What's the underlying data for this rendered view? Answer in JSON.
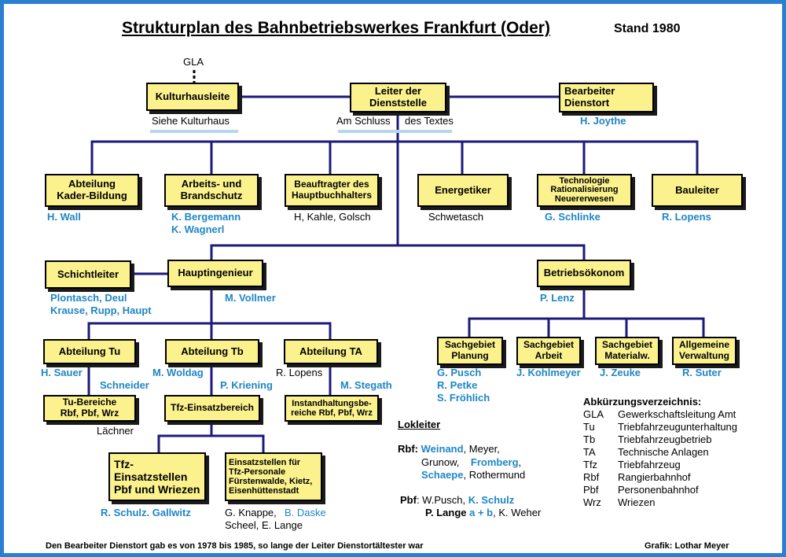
{
  "title": {
    "main": "Strukturplan des Bahnbetriebswerkes Frankfurt (Oder)",
    "stand": "Stand 1980"
  },
  "gla": "GLA",
  "boxes": {
    "kulturhausleite": "Kulturhausleite",
    "leiter": "Leiter der\nDienststelle",
    "bearbeiter": "Bearbeiter\nDienstort",
    "abt_kader": "Abteilung\nKader-Bildung",
    "arbeitsschutz": "Arbeits- und\nBrandschutz",
    "beauftragter": "Beauftragter des\nHauptbuchhalters",
    "energetiker": "Energetiker",
    "technologie": "Technologie\nRationalisierung\nNeuererwesen",
    "bauleiter": "Bauleiter",
    "schichtleiter": "Schichtleiter",
    "hauptingenieur": "Hauptingenieur",
    "betriebsoekonom": "Betriebsökonom",
    "abt_tu": "Abteilung Tu",
    "abt_tb": "Abteilung Tb",
    "abt_ta": "Abteilung TA",
    "sg_planung": "Sachgebiet\nPlanung",
    "sg_arbeit": "Sachgebiet\nArbeit",
    "sg_material": "Sachgebiet\nMaterialw.",
    "allg_verwaltung": "Allgemeine\nVerwaltung",
    "tu_bereiche": "Tu-Bereiche\nRbf, Pbf, Wrz",
    "tfz_einsatzbereich": "Tfz-Einsatzbereich",
    "instandhaltung": "Instandhaltungsbe-\nreiche Rbf, Pbf, Wrz",
    "tfz_einsatzstellen": "Tfz-\nEinsatzstellen\nPbf und Wriezen",
    "einsatzstellen_personale": "Einsatzstellen für\nTfz-Personale\nFürstenwalde, Kietz,\nEisenhüttenstadt"
  },
  "labels": {
    "siehe_kulturhaus": "Siehe Kulturhaus",
    "am_schluss": "Am Schluss",
    "des_textes": "des Textes",
    "joythe": "H. Joythe",
    "wall": "H. Wall",
    "bergemann": "K. Bergemann",
    "wagnerl": "K. Wagnerl",
    "kahle": "H, Kahle, Golsch",
    "schwetasch": "Schwetasch",
    "schlinke": "G. Schlinke",
    "lopens_bau": "R. Lopens",
    "plontasch": "Plontasch, Deul",
    "krause": "Krause, Rupp, Haupt",
    "vollmer": "M. Vollmer",
    "lenz": "P. Lenz",
    "sauer": "H. Sauer",
    "schneider": "Schneider",
    "woldag": "M. Woldag",
    "kriening": "P. Kriening",
    "lopens_ta": "R. Lopens",
    "stegath": "M. Stegath",
    "pusch": "G. Pusch",
    "petke": "R. Petke",
    "froehlich": "S. Fröhlich",
    "kohlmeyer": "J. Kohlmeyer",
    "zeuke": "J. Zeuke",
    "suter": "R. Suter",
    "laechner": "Lächner",
    "schulz_gallwitz": "R. Schulz. Gallwitz",
    "knappe": "G. Knappe,",
    "daske": "B. Daske",
    "scheel": "Scheel, E. Lange"
  },
  "lokleiter": {
    "title": "Lokleiter",
    "rbf": {
      "prefix": "Rbf:",
      "weinand": "Weinand",
      "meyer": ", Meyer,",
      "grunow": "Grunow,",
      "fromberg": "Fromberg",
      "comma1": ",",
      "schaepe": "Schaepe",
      "rothermund": ", Rothermund"
    },
    "pbf": {
      "prefix": "Pbf",
      "w_pusch": ": W.Pusch,",
      "k_schulz": "K. Schulz",
      "p_lange": "P. Lange",
      "a_plus_b": "a + b",
      "weher": ", K. Weher"
    }
  },
  "abbreviations": {
    "title": "Abkürzungsverzeichnis:",
    "items": [
      {
        "abbr": "GLA",
        "text": "Gewerkschaftsleitung Amt"
      },
      {
        "abbr": "Tu",
        "text": "Triebfahrzeugunterhaltung"
      },
      {
        "abbr": "Tb",
        "text": "Triebfahrzeugbetrieb"
      },
      {
        "abbr": "TA",
        "text": "Technische Anlagen"
      },
      {
        "abbr": "Tfz",
        "text": "Triebfahrzeug"
      },
      {
        "abbr": "Rbf",
        "text": "Rangierbahnhof"
      },
      {
        "abbr": "Pbf",
        "text": "Personenbahnhof"
      },
      {
        "abbr": "Wrz",
        "text": "Wriezen"
      }
    ]
  },
  "footer": {
    "note": "Den Bearbeiter Dienstort gab es von 1978 bis 1985, so lange der Leiter Dienstortältester war",
    "credit": "Grafik: Lothar Meyer"
  },
  "colors": {
    "border": "#2b7fd0",
    "box": "#fbf28e",
    "line": "#1c1a7a",
    "name_blue": "#1f86c4"
  }
}
